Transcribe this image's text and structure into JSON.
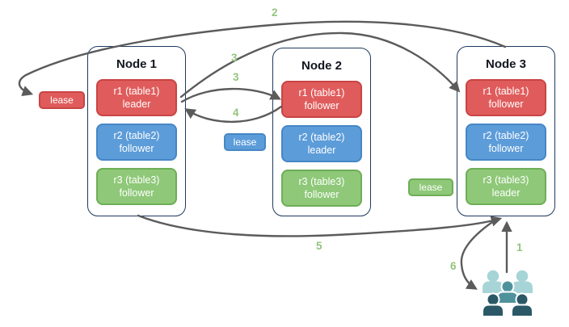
{
  "nodes": [
    {
      "title": "Node 1",
      "replicas": [
        {
          "name": "r1 (table1)",
          "role": "leader",
          "color": "#e05c5c"
        },
        {
          "name": "r2 (table2)",
          "role": "follower",
          "color": "#5c9cd9"
        },
        {
          "name": "r3 (table3)",
          "role": "follower",
          "color": "#8ec878"
        }
      ]
    },
    {
      "title": "Node 2",
      "replicas": [
        {
          "name": "r1 (table1)",
          "role": "follower",
          "color": "#e05c5c"
        },
        {
          "name": "r2 (table2)",
          "role": "leader",
          "color": "#5c9cd9"
        },
        {
          "name": "r3 (table3)",
          "role": "follower",
          "color": "#8ec878"
        }
      ]
    },
    {
      "title": "Node 3",
      "replicas": [
        {
          "name": "r1 (table1)",
          "role": "follower",
          "color": "#e05c5c"
        },
        {
          "name": "r2 (table2)",
          "role": "follower",
          "color": "#5c9cd9"
        },
        {
          "name": "r3 (table3)",
          "role": "leader",
          "color": "#8ec878"
        }
      ]
    }
  ],
  "leases": [
    {
      "label": "lease",
      "color": "#e05c5c"
    },
    {
      "label": "lease",
      "color": "#5c9cd9"
    },
    {
      "label": "lease",
      "color": "#8ec878"
    }
  ],
  "step_labels": {
    "s1": "1",
    "s2": "2",
    "s3a": "3",
    "s3b": "3",
    "s4": "4",
    "s5": "5",
    "s6": "6"
  },
  "arrows": [
    {
      "step": "1",
      "from": "clients",
      "to": "Node 3"
    },
    {
      "step": "2",
      "from": "Node 3 top",
      "to": "red lease badge left of Node 1"
    },
    {
      "step": "3",
      "from": "Node 1 r1 leader",
      "to": "Node 2 r1 follower"
    },
    {
      "step": "3",
      "from": "Node 1 r1 leader",
      "to": "Node 3 r1 follower"
    },
    {
      "step": "4",
      "from": "Node 2 r1 follower",
      "to": "Node 1 r1 leader"
    },
    {
      "step": "5",
      "from": "Node 1 bottom",
      "to": "Node 3 bottom"
    },
    {
      "step": "6",
      "from": "Node 3 bottom",
      "to": "clients"
    }
  ],
  "icons": {
    "clients": "users-group-icon"
  },
  "colors": {
    "red": "#e05c5c",
    "blue": "#5c9cd9",
    "green": "#8ec878",
    "arrow_gray": "#5b5b5b",
    "step_green": "#93c47d",
    "node_border": "#1e3a5f",
    "clients_light": "#a7d5d7",
    "clients_mid": "#4e939c",
    "clients_dark": "#2b5867"
  }
}
